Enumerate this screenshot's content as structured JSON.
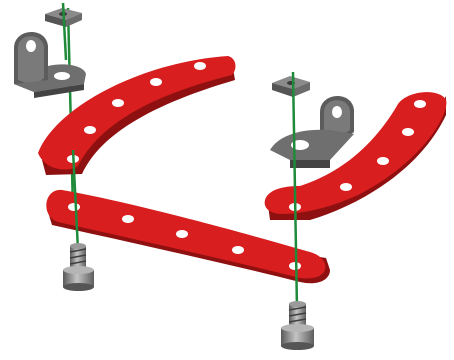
{
  "diagram": {
    "kind": "exploded-assembly",
    "colors": {
      "strip": "#d81e1e",
      "strip_edge": "#8e1010",
      "hole": "#ffffff",
      "metal": "#6f6f6f",
      "metal_light": "#a9a9a9",
      "metal_dark": "#444444",
      "axis_line": "#1f8a3a"
    },
    "parts": [
      {
        "id": "nut-left",
        "type": "square-nut"
      },
      {
        "id": "bracket-left",
        "type": "angle-bracket"
      },
      {
        "id": "curved-strip-left",
        "type": "curved-strip",
        "holes": 5
      },
      {
        "id": "straight-strip",
        "type": "flat-strip",
        "holes": 5
      },
      {
        "id": "bolt-left",
        "type": "bolt"
      },
      {
        "id": "nut-right",
        "type": "square-nut"
      },
      {
        "id": "bracket-right",
        "type": "angle-bracket"
      },
      {
        "id": "curved-strip-right",
        "type": "curved-strip",
        "holes": 5
      },
      {
        "id": "bolt-right",
        "type": "bolt"
      }
    ],
    "assembly_axes": 2
  }
}
